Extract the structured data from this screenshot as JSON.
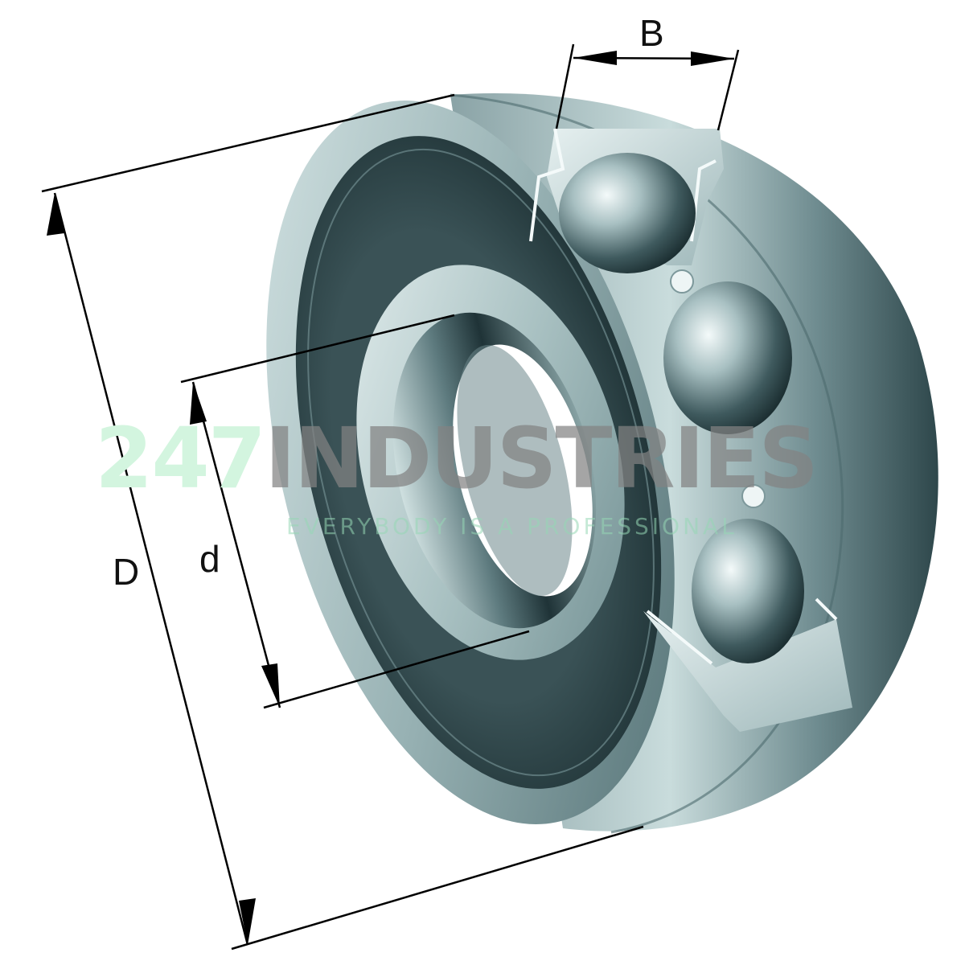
{
  "diagram": {
    "subject": "Deep groove ball bearing, sealed, cutaway view",
    "dimensions": {
      "outer_diameter": {
        "label": "D"
      },
      "bore_diameter": {
        "label": "d"
      },
      "width": {
        "label": "B"
      }
    }
  },
  "watermark": {
    "number": "247",
    "word": "INDUSTRIES",
    "tagline": "EVERYBODY IS A PROFESSIONAL"
  },
  "colors": {
    "background": "#ffffff",
    "dimension_lines": "#000000",
    "steel_dark": "#1f3438",
    "steel_mid": "#5f7d82",
    "steel_light": "#c8dcdc",
    "seal_dark": "#23383b",
    "watermark_green": "#d3f5df",
    "watermark_gray": "#8a8a8a"
  }
}
